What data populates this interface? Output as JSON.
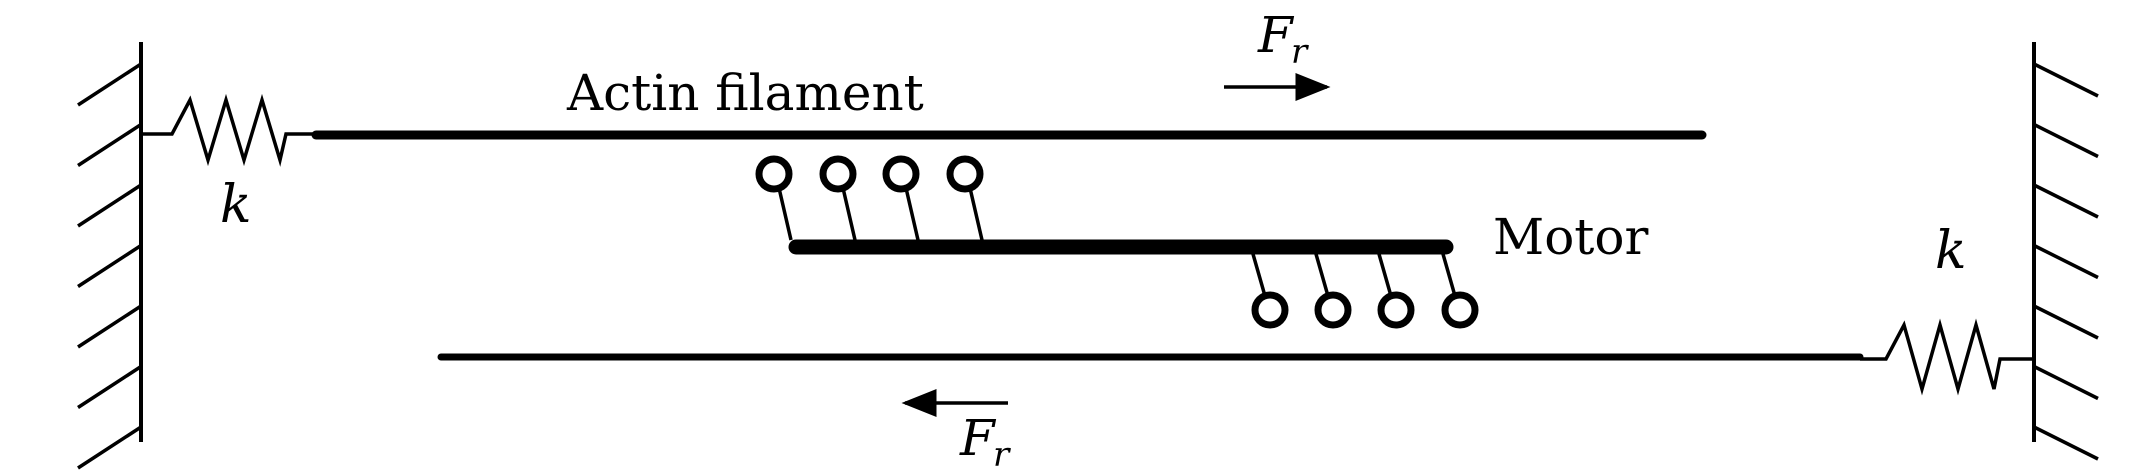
{
  "labels": {
    "actin": "Actin filament",
    "motor": "Motor",
    "spring_constant_left": "k",
    "spring_constant_right": "k",
    "force_top_main": "F",
    "force_top_sub": "r",
    "force_bottom_main": "F",
    "force_bottom_sub": "r"
  },
  "counts": {
    "upper_heads": 4,
    "lower_heads": 4,
    "wall_hatches": 7
  },
  "colors": {
    "stroke": "#000000",
    "background": "#ffffff",
    "head_fill": "#ffffff"
  }
}
